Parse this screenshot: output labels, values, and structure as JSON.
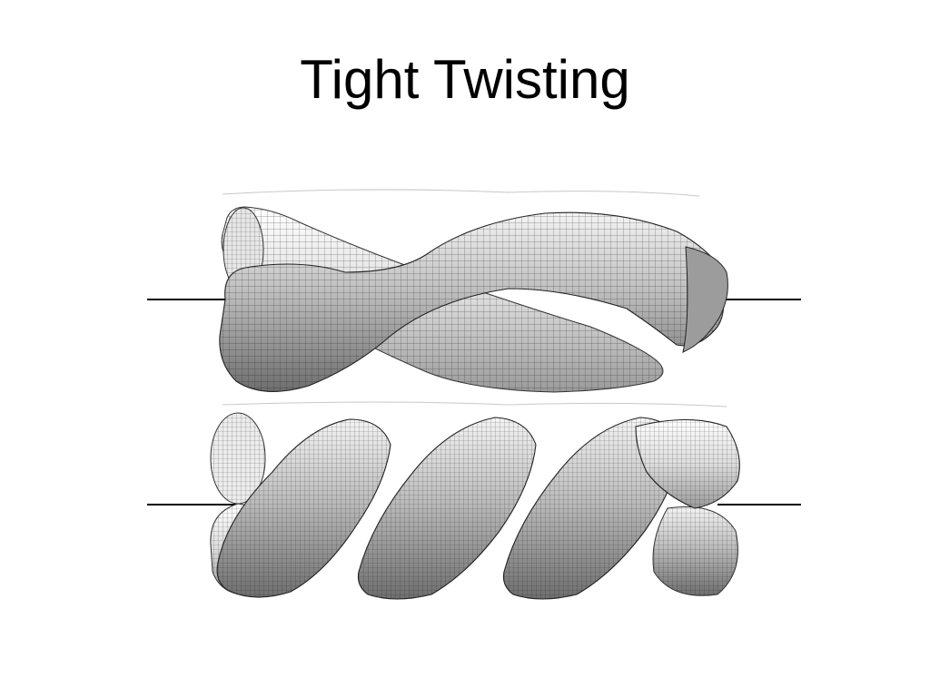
{
  "slide": {
    "title": "Tight Twisting"
  },
  "figure": {
    "panels": [
      {
        "id": "loose-twist",
        "half_turns": 2
      },
      {
        "id": "tight-twist",
        "half_turns": 5
      }
    ],
    "colors": {
      "axis_line": "#000000",
      "strand_light": "#f2f2f2",
      "strand_dark": "#8a8a8a",
      "mesh_line": "#1a1a1a",
      "ghost_outline": "#c8c8c8"
    }
  }
}
